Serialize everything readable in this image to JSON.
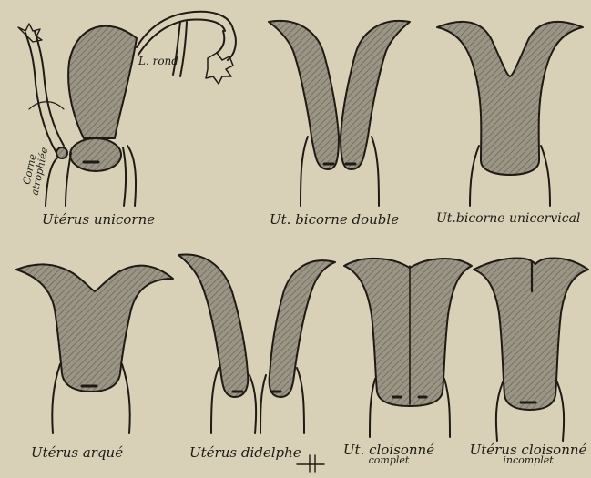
{
  "figures": [
    {
      "id": "unicorne",
      "label": "Utérus unicorne"
    },
    {
      "id": "bicorne-double",
      "label": "Ut. bicorne double"
    },
    {
      "id": "bicorne-unicervical",
      "label": "Ut.bicorne unicervical"
    },
    {
      "id": "arque",
      "label": "Utérus arqué"
    },
    {
      "id": "didelphe",
      "label": "Utérus didelphe"
    },
    {
      "id": "cloisonne-complet",
      "label_1": "Ut. cloisonné",
      "label_2": "complet"
    },
    {
      "id": "cloisonne-incomplet",
      "label_1": "Utérus cloisonné",
      "label_2": "incomplet"
    }
  ],
  "annotations": {
    "ligament": "L. rond",
    "horn_1": "Corne",
    "horn_2": "atrophiée"
  },
  "colors": {
    "paper": "#d8d1b8",
    "ink": "#1f1b14",
    "hatch_fill": "#9a9584"
  }
}
